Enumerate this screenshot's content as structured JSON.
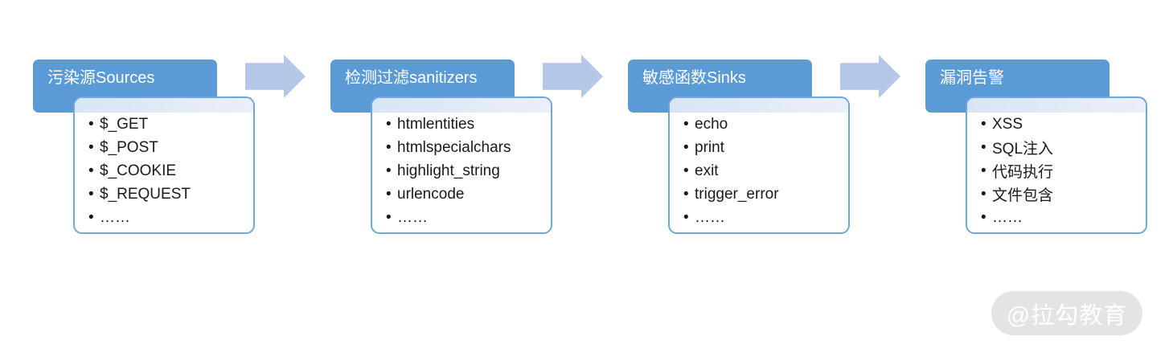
{
  "diagram": {
    "bullet": "•",
    "stages": [
      {
        "title": "污染源Sources",
        "items": [
          "$_GET",
          "$_POST",
          "$_COOKIE",
          "$_REQUEST",
          "……"
        ]
      },
      {
        "title": "检测过滤sanitizers",
        "items": [
          "htmlentities",
          "htmlspecialchars",
          "highlight_string",
          "urlencode",
          "……"
        ]
      },
      {
        "title": "敏感函数Sinks",
        "items": [
          "echo",
          "print",
          "exit",
          "trigger_error",
          "……"
        ]
      },
      {
        "title": "漏洞告警",
        "items": [
          "XSS",
          "SQL注入",
          "代码执行",
          "文件包含",
          "……"
        ]
      }
    ],
    "colors": {
      "header_bg": "#5b9bd5",
      "header_text": "#ffffff",
      "box_border": "#6fa7dc",
      "box_strip": "#d8e5f4",
      "arrow": "#b4c7e7",
      "item_text": "#1a1a1a",
      "watermark_bg": "#e4e4e4",
      "watermark_text": "#ffffff"
    },
    "watermark": "@拉勾教育"
  }
}
